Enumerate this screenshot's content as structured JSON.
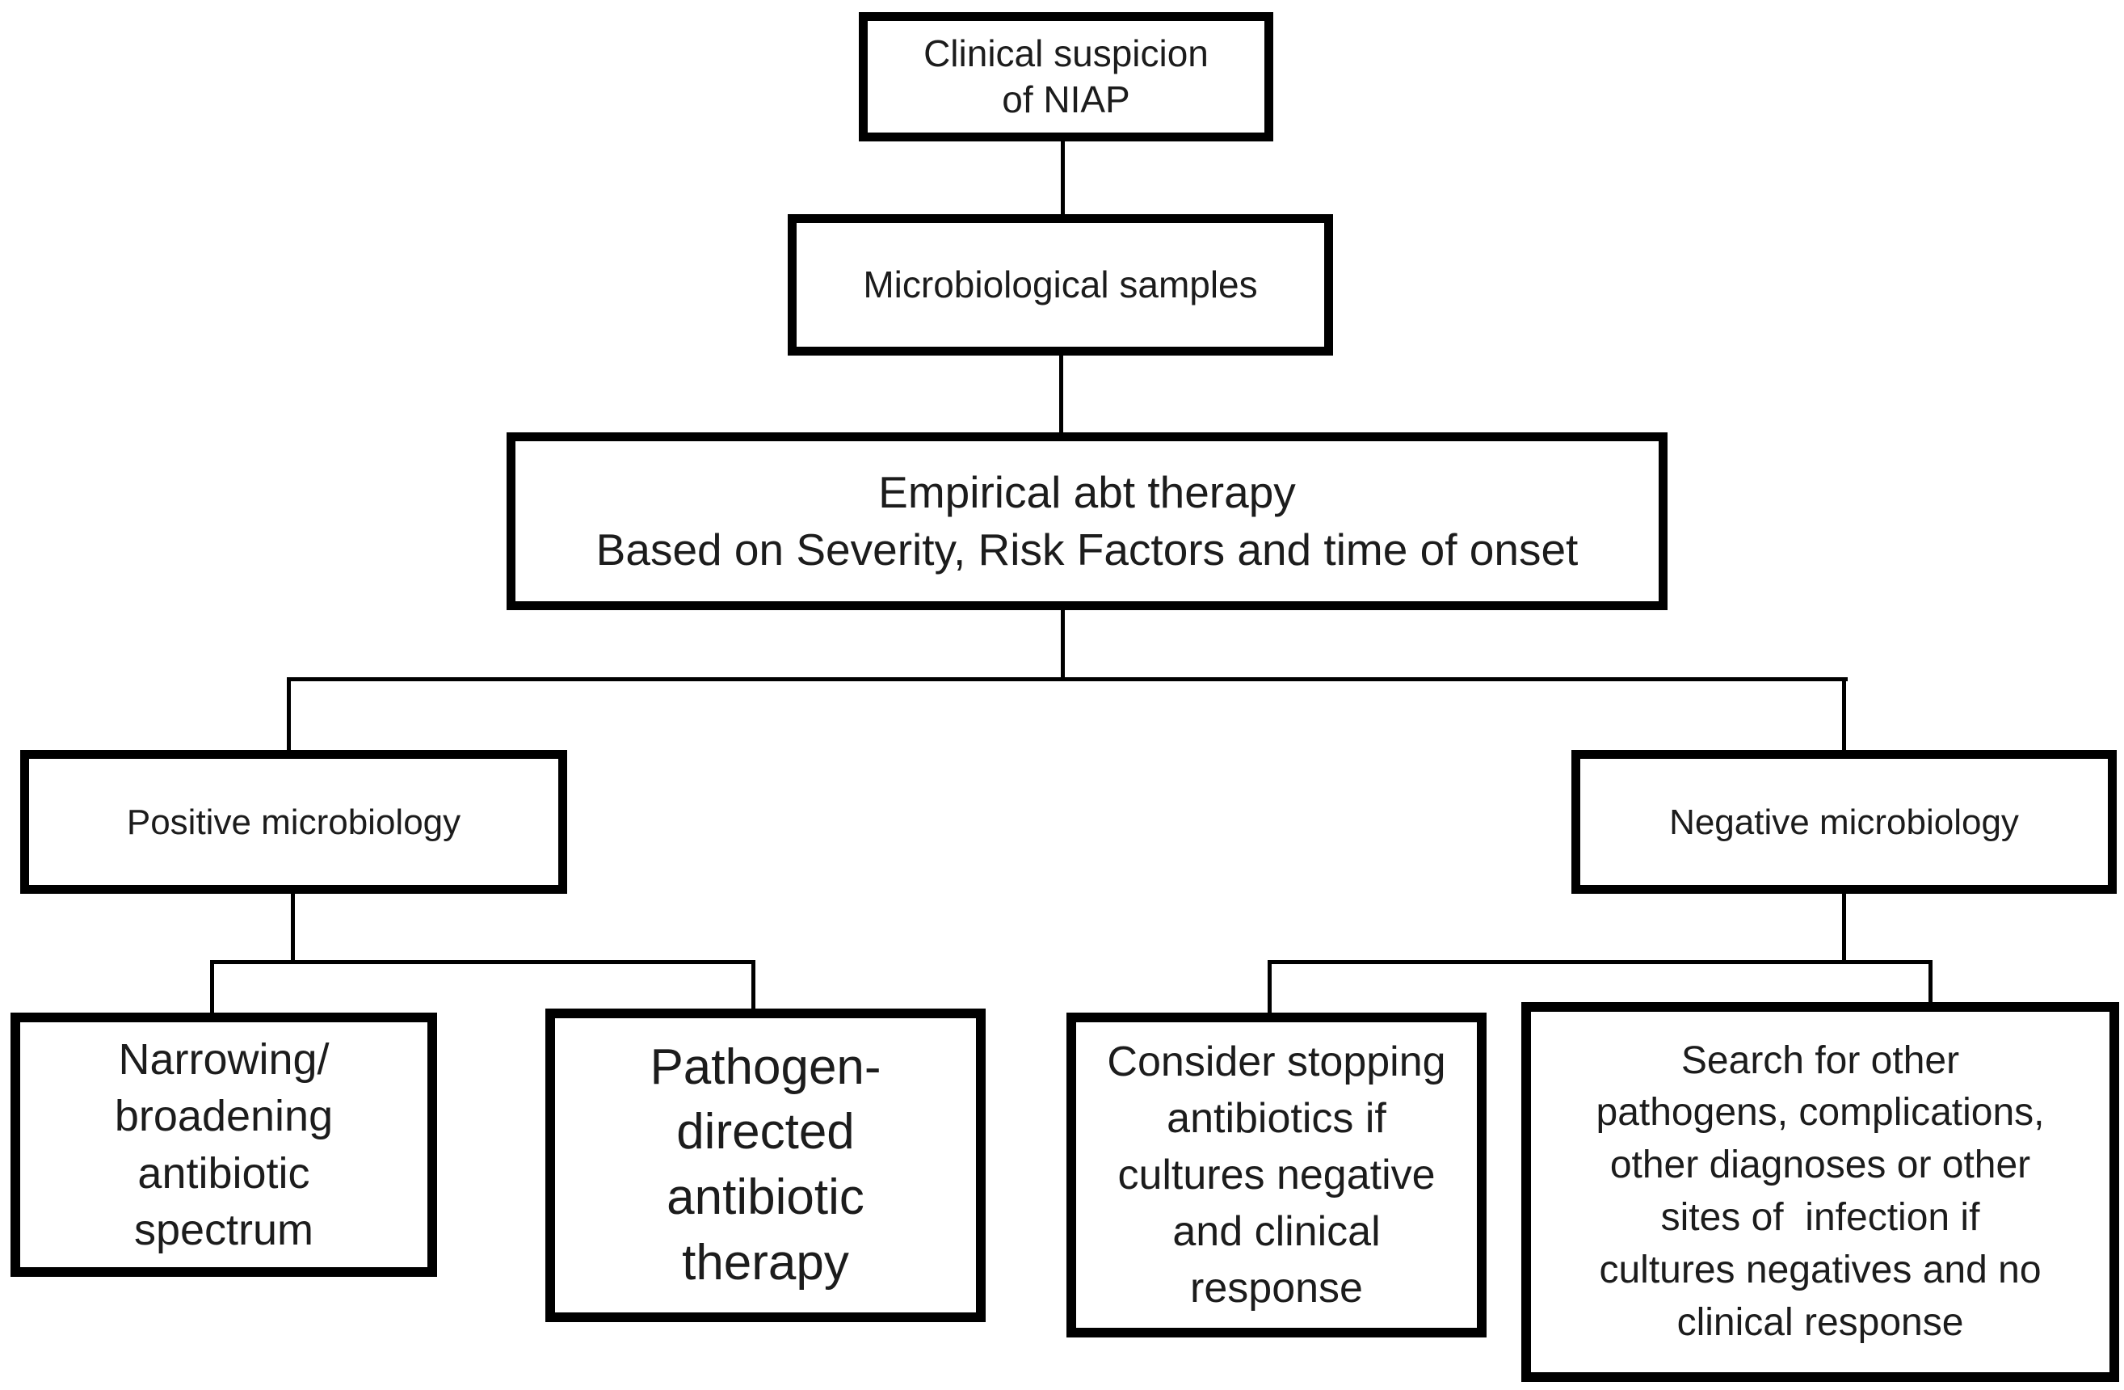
{
  "diagram": {
    "type": "flowchart",
    "topic": "Clinical management algorithm for NIAP",
    "colors": {
      "background": "#ffffff",
      "box_fill": "#ffffff",
      "box_border": "#000000",
      "connector": "#000000",
      "text": "#1c1c1c"
    },
    "nodes": {
      "clinical_suspicion": {
        "label": "Clinical suspicion\nof NIAP"
      },
      "microbiological_samples": {
        "label": "Microbiological samples"
      },
      "empirical_therapy": {
        "label": "Empirical abt therapy\nBased on Severity, Risk Factors and time of onset"
      },
      "positive_microbiology": {
        "label": "Positive microbiology"
      },
      "negative_microbiology": {
        "label": "Negative microbiology"
      },
      "narrowing_broadening": {
        "label": "Narrowing/\nbroadening\nantibiotic\nspectrum"
      },
      "pathogen_directed": {
        "label": "Pathogen-\ndirected\nantibiotic\ntherapy"
      },
      "consider_stopping": {
        "label": "Consider stopping\nantibiotics if\ncultures negative\nand clinical\nresponse"
      },
      "search_other": {
        "label": "Search for other\npathogens, complications,\nother diagnoses or other\nsites of  infection if\ncultures negatives and no\nclinical response"
      }
    },
    "edges": [
      {
        "from": "clinical_suspicion",
        "to": "microbiological_samples"
      },
      {
        "from": "microbiological_samples",
        "to": "empirical_therapy"
      },
      {
        "from": "empirical_therapy",
        "to": "positive_microbiology"
      },
      {
        "from": "empirical_therapy",
        "to": "negative_microbiology"
      },
      {
        "from": "positive_microbiology",
        "to": "narrowing_broadening"
      },
      {
        "from": "positive_microbiology",
        "to": "pathogen_directed"
      },
      {
        "from": "negative_microbiology",
        "to": "consider_stopping"
      },
      {
        "from": "negative_microbiology",
        "to": "search_other"
      }
    ]
  }
}
